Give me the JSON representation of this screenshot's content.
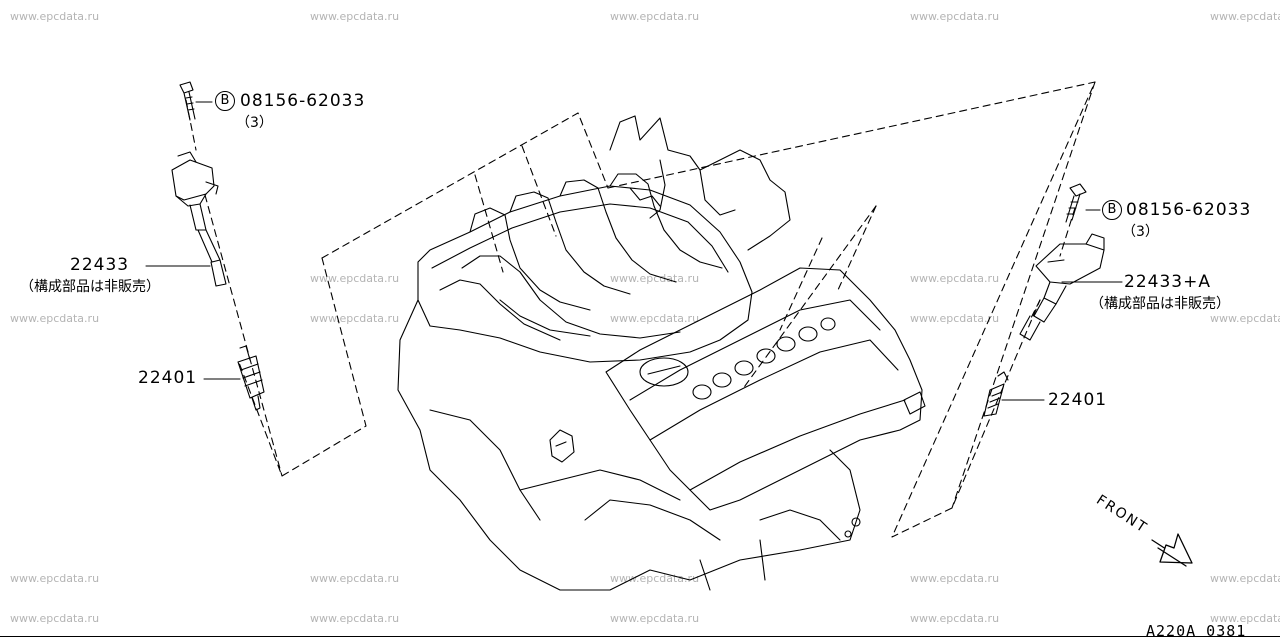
{
  "watermark": "www.epcdata.ru",
  "reference_code": "A220A 0381",
  "front_label": "FRONT",
  "left_group": {
    "bolt_marker": "B",
    "bolt_part": "08156-62033",
    "bolt_qty": "（3）",
    "coil_part": "22433",
    "coil_note": "（構成部品は非販売）",
    "plug_part": "22401"
  },
  "right_group": {
    "bolt_marker": "B",
    "bolt_part": "08156-62033",
    "bolt_qty": "（3）",
    "coil_part": "22433+A",
    "coil_note": "（構成部品は非販売）",
    "plug_part": "22401"
  }
}
